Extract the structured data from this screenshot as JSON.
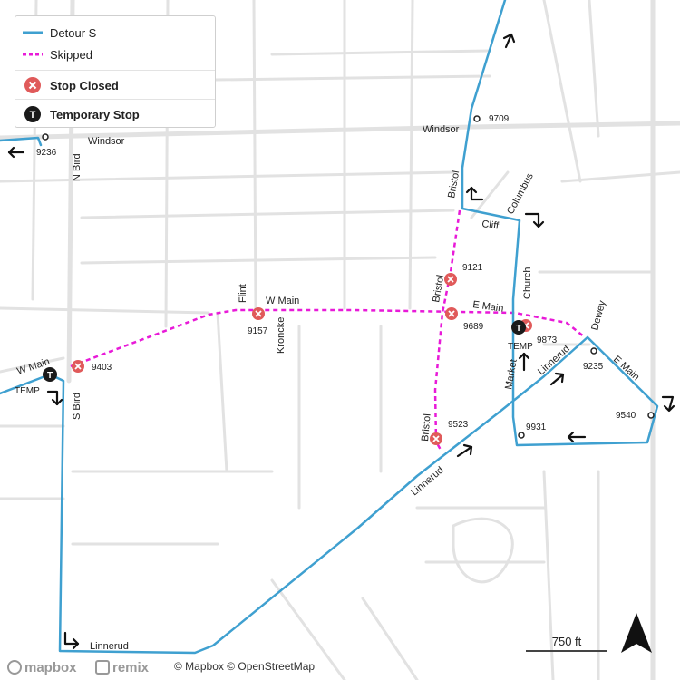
{
  "legend": {
    "detour_label": "Detour S",
    "skipped_label": "Skipped",
    "closed_label": "Stop Closed",
    "temp_label": "Temporary Stop",
    "detour_color": "#3fa0d0",
    "skipped_color": "#e81ad8",
    "closed_color": "#e05a5a",
    "temp_color": "#1a1a1a"
  },
  "streets": {
    "windsor_w": "Windsor",
    "windsor_e": "Windsor",
    "n_bird": "N Bird",
    "s_bird": "S Bird",
    "w_main_left": "W Main",
    "w_main_mid": "W Main",
    "flint": "Flint",
    "kroncke": "Kroncke",
    "bristol_n": "Bristol",
    "bristol_mid": "Bristol",
    "bristol_s": "Bristol",
    "columbus": "Columbus",
    "cliff": "Cliff",
    "church": "Church",
    "e_main": "E Main",
    "e_main_right": "E Main",
    "dewey": "Dewey",
    "market": "Market",
    "linnerud_ne": "Linnerud",
    "linnerud_mid": "Linnerud",
    "linnerud_sw": "Linnerud"
  },
  "stops": {
    "s9709": "9709",
    "s9236": "9236",
    "s9121": "9121",
    "s9689": "9689",
    "s9873": "9873",
    "s9157": "9157",
    "s9403": "9403",
    "s9523": "9523",
    "s9235": "9235",
    "s9540": "9540",
    "s9931": "9931",
    "temp_w": "TEMP",
    "temp_e": "TEMP"
  },
  "temp_symbol": "T",
  "scale_label": "750 ft",
  "attribution": {
    "mapbox": "mapbox",
    "remix": "remix",
    "copyright": "© Mapbox © OpenStreetMap"
  },
  "icons": {
    "north_arrow": "north-arrow-icon",
    "closed": "x-icon",
    "temp": "t-icon"
  }
}
